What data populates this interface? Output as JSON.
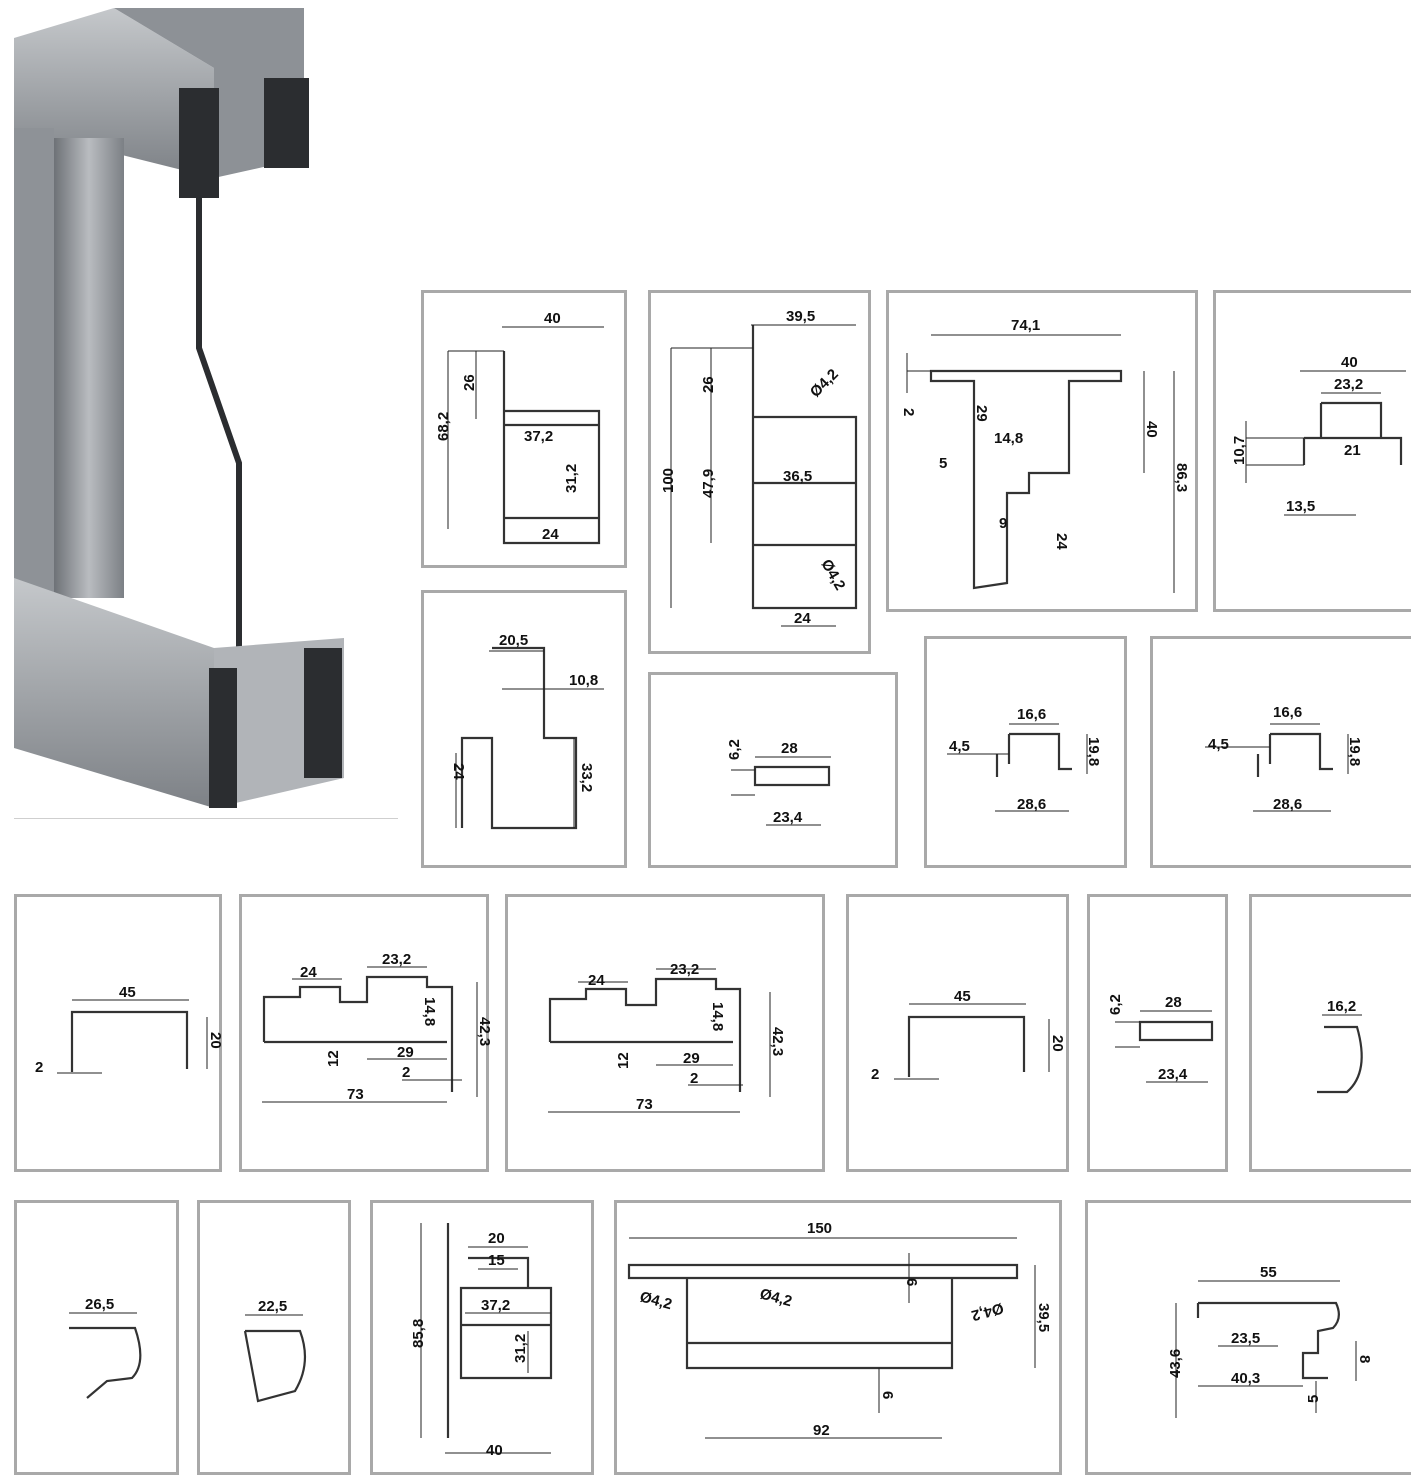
{
  "profiles": {
    "p1": {
      "d1": "40",
      "d2": "68,2",
      "d3": "26",
      "d4": "37,2",
      "d5": "31,2",
      "d6": "24"
    },
    "p2": {
      "d1": "39,5",
      "d2": "100",
      "d3": "26",
      "d4": "47,9",
      "d5": "Ø4,2",
      "d6": "36,5",
      "d7": "Ø4,2",
      "d8": "24"
    },
    "p3": {
      "d1": "74,1",
      "d2": "2",
      "d3": "29",
      "d4": "40",
      "d5": "14,8",
      "d6": "5",
      "d7": "86,3",
      "d8": "9",
      "d9": "24"
    },
    "p4": {
      "d1": "40",
      "d2": "23,2",
      "d3": "10,7",
      "d4": "21",
      "d5": "13,5"
    },
    "p5": {
      "d1": "20,5",
      "d2": "10,8",
      "d3": "24",
      "d4": "33,2"
    },
    "p6": {
      "d1": "6,2",
      "d2": "28",
      "d3": "23,4"
    },
    "p7": {
      "d1": "16,6",
      "d2": "4,5",
      "d3": "19,8",
      "d4": "28,6"
    },
    "p8": {
      "d1": "16,6",
      "d2": "4,5",
      "d3": "19,8",
      "d4": "28,6"
    },
    "p9": {
      "d1": "45",
      "d2": "20",
      "d3": "2"
    },
    "p10": {
      "d1": "24",
      "d2": "23,2",
      "d3": "14,8",
      "d4": "42,3",
      "d5": "12",
      "d6": "29",
      "d7": "2",
      "d8": "73"
    },
    "p11": {
      "d1": "24",
      "d2": "23,2",
      "d3": "14,8",
      "d4": "42,3",
      "d5": "12",
      "d6": "29",
      "d7": "2",
      "d8": "73"
    },
    "p12": {
      "d1": "45",
      "d2": "20",
      "d3": "2"
    },
    "p13": {
      "d1": "6,2",
      "d2": "28",
      "d3": "23,4"
    },
    "p14": {
      "d1": "16,2"
    },
    "p15": {
      "d1": "26,5"
    },
    "p16": {
      "d1": "22,5"
    },
    "p17": {
      "d1": "20",
      "d2": "15",
      "d3": "37,2",
      "d4": "85,8",
      "d5": "31,2",
      "d6": "40"
    },
    "p18": {
      "d1": "150",
      "d2": "6",
      "d3": "Ø4,2",
      "d4": "Ø4,2",
      "d5": "Ø4,2",
      "d6": "39,5",
      "d7": "6",
      "d8": "92"
    },
    "p19": {
      "d1": "55",
      "d2": "43,6",
      "d3": "23,5",
      "d4": "8",
      "d5": "40,3",
      "d6": "5"
    }
  },
  "colors": {
    "frame_border": "#a9a9a9",
    "ink": "#222222",
    "aluminium": "#9a9ea3"
  }
}
